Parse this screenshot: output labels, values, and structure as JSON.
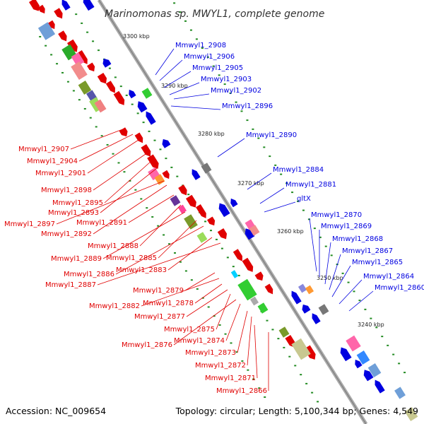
{
  "title": "Marinomonas sp. MWYL1, complete genome",
  "accession": "Accession: NC_009654",
  "topology": "Topology: circular; Length: 5,100,344 bp; Genes: 4,549",
  "colors": {
    "forward": "#e00000",
    "reverse": "#0000e0",
    "backbone": "#999999",
    "tick": "#228b22"
  },
  "kbp_labels": [
    "3300 kbp",
    "3290 kbp",
    "3280 kbp",
    "3270 kbp",
    "3260 kbp",
    "3250 kbp",
    "3240 kbp"
  ],
  "reverse_genes": [
    "Mmwyl1_2908",
    "Mmwyl1_2906",
    "Mmwyl1_2905",
    "Mmwyl1_2903",
    "Mmwyl1_2902",
    "Mmwyl1_2896",
    "Mmwyl1_2890",
    "Mmwyl1_2884",
    "Mmwyl1_2881",
    "gltX",
    "Mmwyl1_2870",
    "Mmwyl1_2869",
    "Mmwyl1_2868",
    "Mmwyl1_2867",
    "Mmwyl1_2865",
    "Mmwyl1_2864",
    "Mmwyl1_2860"
  ],
  "forward_genes": [
    "Mmwyl1_2907",
    "Mmwyl1_2904",
    "Mmwyl1_2901",
    "Mmwyl1_2898",
    "Mmwyl1_2895",
    "Mmwyl1_2893",
    "Mmwyl1_2897",
    "Mmwyl1_2892",
    "Mmwyl1_2891",
    "Mmwyl1_2888",
    "Mmwyl1_2889",
    "Mmwyl1_2885",
    "Mmwyl1_2886",
    "Mmwyl1_2883",
    "Mmwyl1_2887",
    "Mmwyl1_2879",
    "Mmwyl1_2882",
    "Mmwyl1_2878",
    "Mmwyl1_2877",
    "Mmwyl1_2875",
    "Mmwyl1_2876",
    "Mmwyl1_2874",
    "Mmwyl1_2873",
    "Mmwyl1_2872",
    "Mmwyl1_2871",
    "Mmwyl1_2866"
  ]
}
